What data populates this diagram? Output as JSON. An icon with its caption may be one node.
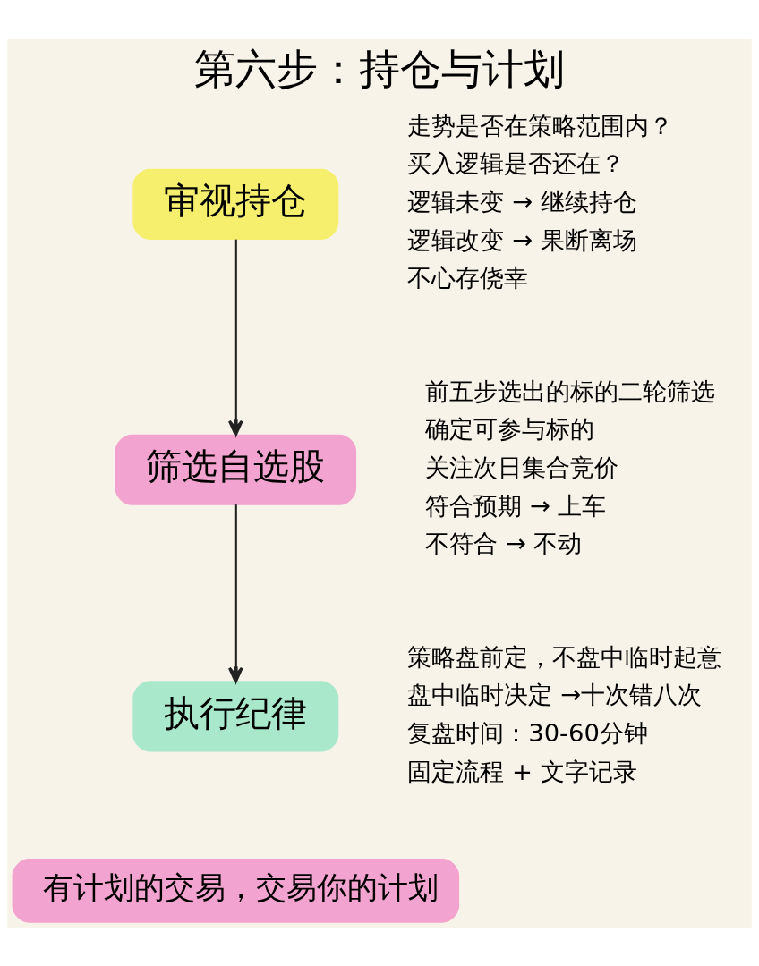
{
  "diagram": {
    "title": "第六步：持仓与计划",
    "nodes": [
      {
        "text": [
          "审视持仓"
        ],
        "beside": [
          "走势是否在策略范围内？",
          "买入逻辑是否还在？",
          "逻辑未变 → 继续持仓",
          "逻辑改变 → 果断离场",
          "不心存侥幸"
        ]
      },
      {
        "text": [
          "筛选自选股"
        ],
        "beside": [
          "前五步选出的标的二轮筛选",
          "确定可参与标的",
          "关注次日集合竞价",
          "符合预期 → 上车",
          "不符合 → 不动"
        ]
      },
      {
        "text": [
          "执行纪律"
        ],
        "beside": [
          "策略盘前定，不盘中临时起意",
          "盘中临时决定 →十次错八次",
          "复盘时间：30-60分钟",
          "固定流程 + 文字记录"
        ]
      },
      {
        "text": [
          "有计划的交易，交易你的计划"
        ]
      }
    ],
    "edges": [
      {
        "from": 0,
        "to": 1,
        "arrow": "to"
      },
      {
        "from": 1,
        "to": 2,
        "arrow": "to"
      }
    ]
  }
}
